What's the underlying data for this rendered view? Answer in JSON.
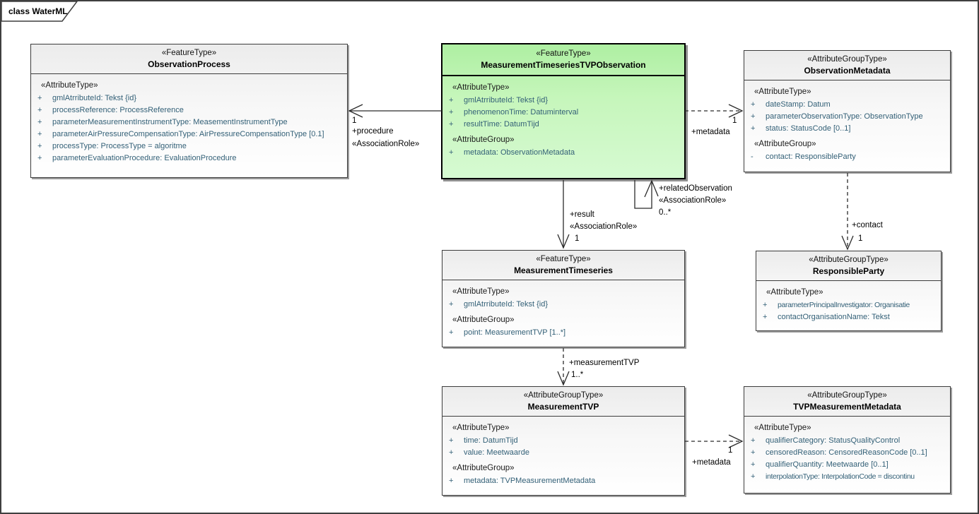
{
  "frame": {
    "label": "class WaterML"
  },
  "colors": {
    "highlight_fill": "#b7f3ab",
    "box_fill": "#ececec",
    "attr_text": "#336077",
    "line": "#2b2b2b"
  },
  "classes": {
    "observationProcess": {
      "stereotype": "«FeatureType»",
      "name": "ObservationProcess",
      "rows": [
        {
          "kind": "heading",
          "text": "«AttributeType»"
        },
        {
          "kind": "attr",
          "vis": "+",
          "text": "gmlAtrributeId: Tekst {id}"
        },
        {
          "kind": "attr",
          "vis": "+",
          "text": "processReference: ProcessReference"
        },
        {
          "kind": "attr",
          "vis": "+",
          "text": "parameterMeasurementInstrumentType: MeasementInstrumentType"
        },
        {
          "kind": "attr",
          "vis": "+",
          "text": "parameterAirPressureCompensationType: AirPressureCompensationType [0.1]"
        },
        {
          "kind": "attr",
          "vis": "+",
          "text": "processType: ProcessType = algoritme"
        },
        {
          "kind": "attr",
          "vis": "+",
          "text": "parameterEvaluationProcedure: EvaluationProcedure"
        }
      ]
    },
    "tvpObservation": {
      "stereotype": "«FeatureType»",
      "name": "MeasurementTimeseriesTVPObservation",
      "rows": [
        {
          "kind": "heading",
          "text": "«AttributeType»"
        },
        {
          "kind": "attr",
          "vis": "+",
          "text": "gmlAtrributeId: Tekst {id}"
        },
        {
          "kind": "attr",
          "vis": "+",
          "text": "phenomenonTime: Datuminterval"
        },
        {
          "kind": "attr",
          "vis": "+",
          "text": "resultTime: DatumTijd"
        },
        {
          "kind": "heading",
          "text": "«AttributeGroup»"
        },
        {
          "kind": "attr",
          "vis": "+",
          "text": "metadata: ObservationMetadata"
        }
      ]
    },
    "observationMetadata": {
      "stereotype": "«AttributeGroupType»",
      "name": "ObservationMetadata",
      "rows": [
        {
          "kind": "heading",
          "text": "«AttributeType»"
        },
        {
          "kind": "attr",
          "vis": "+",
          "text": "dateStamp: Datum"
        },
        {
          "kind": "attr",
          "vis": "+",
          "text": "parameterObservationType: ObservationType"
        },
        {
          "kind": "attr",
          "vis": "+",
          "text": "status: StatusCode [0..1]"
        },
        {
          "kind": "heading",
          "text": "«AttributeGroup»"
        },
        {
          "kind": "attr",
          "vis": "-",
          "text": "contact: ResponsibleParty"
        }
      ]
    },
    "measurementTimeseries": {
      "stereotype": "«FeatureType»",
      "name": "MeasurementTimeseries",
      "rows": [
        {
          "kind": "heading",
          "text": "«AttributeType»"
        },
        {
          "kind": "attr",
          "vis": "+",
          "text": "gmlAtrributeId: Tekst {id}"
        },
        {
          "kind": "heading",
          "text": "«AttributeGroup»"
        },
        {
          "kind": "attr",
          "vis": "+",
          "text": "point: MeasurementTVP [1..*]"
        }
      ]
    },
    "responsibleParty": {
      "stereotype": "«AttributeGroupType»",
      "name": "ResponsibleParty",
      "rows": [
        {
          "kind": "heading",
          "text": "«AttributeType»"
        },
        {
          "kind": "attr",
          "vis": "+",
          "text": "parameterPrincipalInvestigator: Organisatie"
        },
        {
          "kind": "attr",
          "vis": "+",
          "text": "contactOrganisationName: Tekst"
        }
      ]
    },
    "measurementTVP": {
      "stereotype": "«AttributeGroupType»",
      "name": "MeasurementTVP",
      "rows": [
        {
          "kind": "heading",
          "text": "«AttributeType»"
        },
        {
          "kind": "attr",
          "vis": "+",
          "text": "time: DatumTijd"
        },
        {
          "kind": "attr",
          "vis": "+",
          "text": "value: Meetwaarde"
        },
        {
          "kind": "heading",
          "text": "«AttributeGroup»"
        },
        {
          "kind": "attr",
          "vis": "+",
          "text": "metadata: TVPMeasurementMetadata"
        }
      ]
    },
    "tvpMeasurementMetadata": {
      "stereotype": "«AttributeGroupType»",
      "name": "TVPMeasurementMetadata",
      "rows": [
        {
          "kind": "heading",
          "text": "«AttributeType»"
        },
        {
          "kind": "attr",
          "vis": "+",
          "text": "qualifierCategory: StatusQualityControl"
        },
        {
          "kind": "attr",
          "vis": "+",
          "text": "censoredReason: CensoredReasonCode [0..1]"
        },
        {
          "kind": "attr",
          "vis": "+",
          "text": "qualifierQuantity: Meetwaarde [0..1]"
        },
        {
          "kind": "attr",
          "vis": "+",
          "text": "interpolationType: InterpolationCode = discontinu"
        }
      ]
    }
  },
  "connectors": {
    "procedure": {
      "mult": "1",
      "role": "+procedure",
      "stereotype": "«AssociationRole»"
    },
    "metadataTop": {
      "mult": "1",
      "role": "+metadata"
    },
    "relatedObservation": {
      "role": "+relatedObservation",
      "stereotype": "«AssociationRole»",
      "mult": "0..*"
    },
    "result": {
      "role": "+result",
      "stereotype": "«AssociationRole»",
      "mult": "1"
    },
    "contact": {
      "role": "+contact",
      "mult": "1"
    },
    "measurementTVP": {
      "role": "+measurementTVP",
      "mult": "1..*"
    },
    "metadataBottom": {
      "mult": "1",
      "role": "+metadata"
    }
  }
}
